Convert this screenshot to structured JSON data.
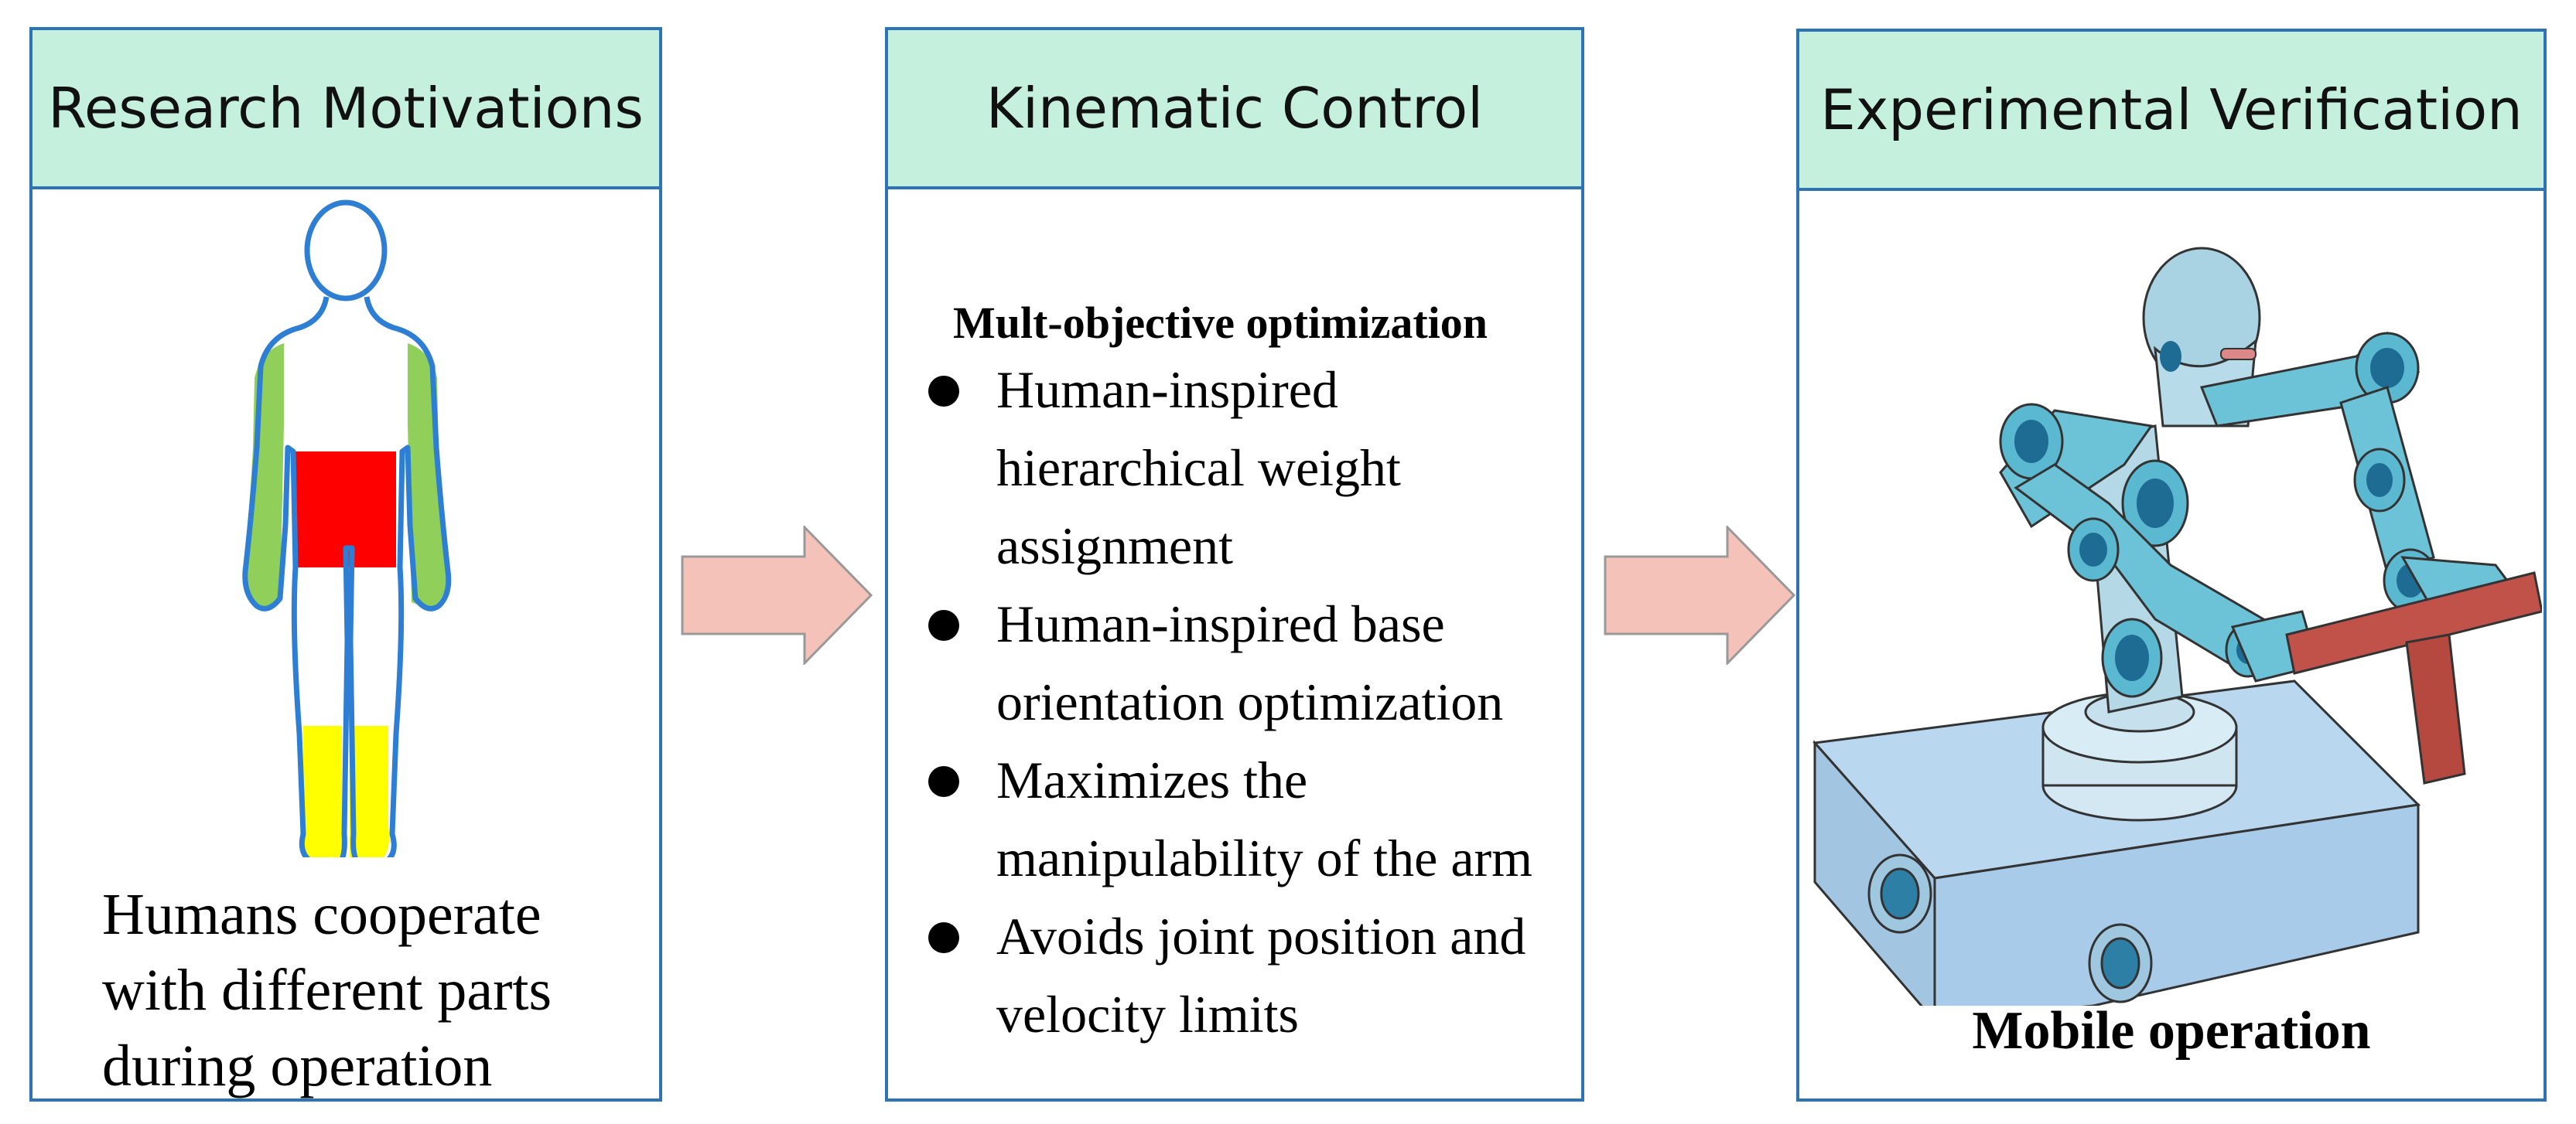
{
  "panels": {
    "motivations": {
      "title": "Research Motivations",
      "caption_lines": [
        "Humans cooperate",
        "with different parts",
        "during operation"
      ]
    },
    "kinematic": {
      "title": "Kinematic Control",
      "subtitle": "Mult-objective optimization",
      "bullets": [
        [
          "Human-inspired",
          "hierarchical weight",
          "assignment"
        ],
        [
          "Human-inspired base",
          "orientation optimization"
        ],
        [
          "Maximizes the",
          "manipulability of the arm"
        ],
        [
          "Avoids joint position and",
          "velocity limits"
        ]
      ]
    },
    "verification": {
      "title": "Experimental Verification",
      "caption": "Mobile operation"
    }
  },
  "colors": {
    "header_fill": "#c5f0dd",
    "border": "#2e74b5",
    "arrow_fill": "#f4c2b8",
    "arms": "#8fcf5a",
    "torso": "#ff0000",
    "legs": "#ffff00",
    "robot_base": "#a7cbe8",
    "robot_joint": "#5ab8d0",
    "handle": "#b5483f"
  },
  "icons": [
    "human-body-figure",
    "right-arrow-1",
    "right-arrow-2",
    "mobile-robot-illustration"
  ]
}
